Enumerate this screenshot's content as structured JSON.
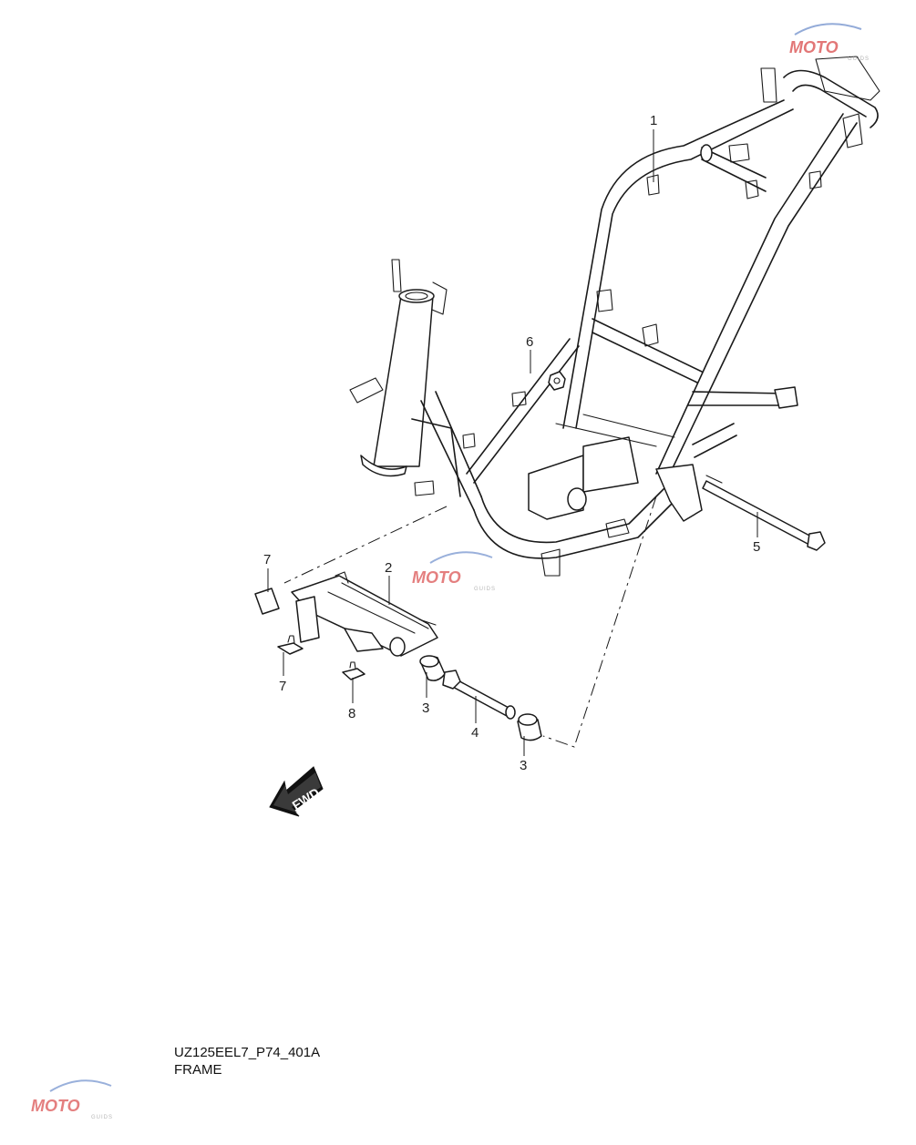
{
  "diagram": {
    "callouts": [
      {
        "id": "1",
        "label": "1"
      },
      {
        "id": "2",
        "label": "2"
      },
      {
        "id": "3a",
        "label": "3"
      },
      {
        "id": "3b",
        "label": "3"
      },
      {
        "id": "4",
        "label": "4"
      },
      {
        "id": "5",
        "label": "5"
      },
      {
        "id": "6",
        "label": "6"
      },
      {
        "id": "7a",
        "label": "7"
      },
      {
        "id": "7b",
        "label": "7"
      },
      {
        "id": "8",
        "label": "8"
      }
    ],
    "direction_label": "FWD"
  },
  "caption": {
    "code": "UZ125EEL7_P74_401A",
    "title": "FRAME"
  },
  "watermark": {
    "brand": "MOTO",
    "sub": "GUIDS",
    "colors": {
      "red": "#d94a4a",
      "blue": "#6f8fcc",
      "grey": "#c8c8c8"
    }
  }
}
